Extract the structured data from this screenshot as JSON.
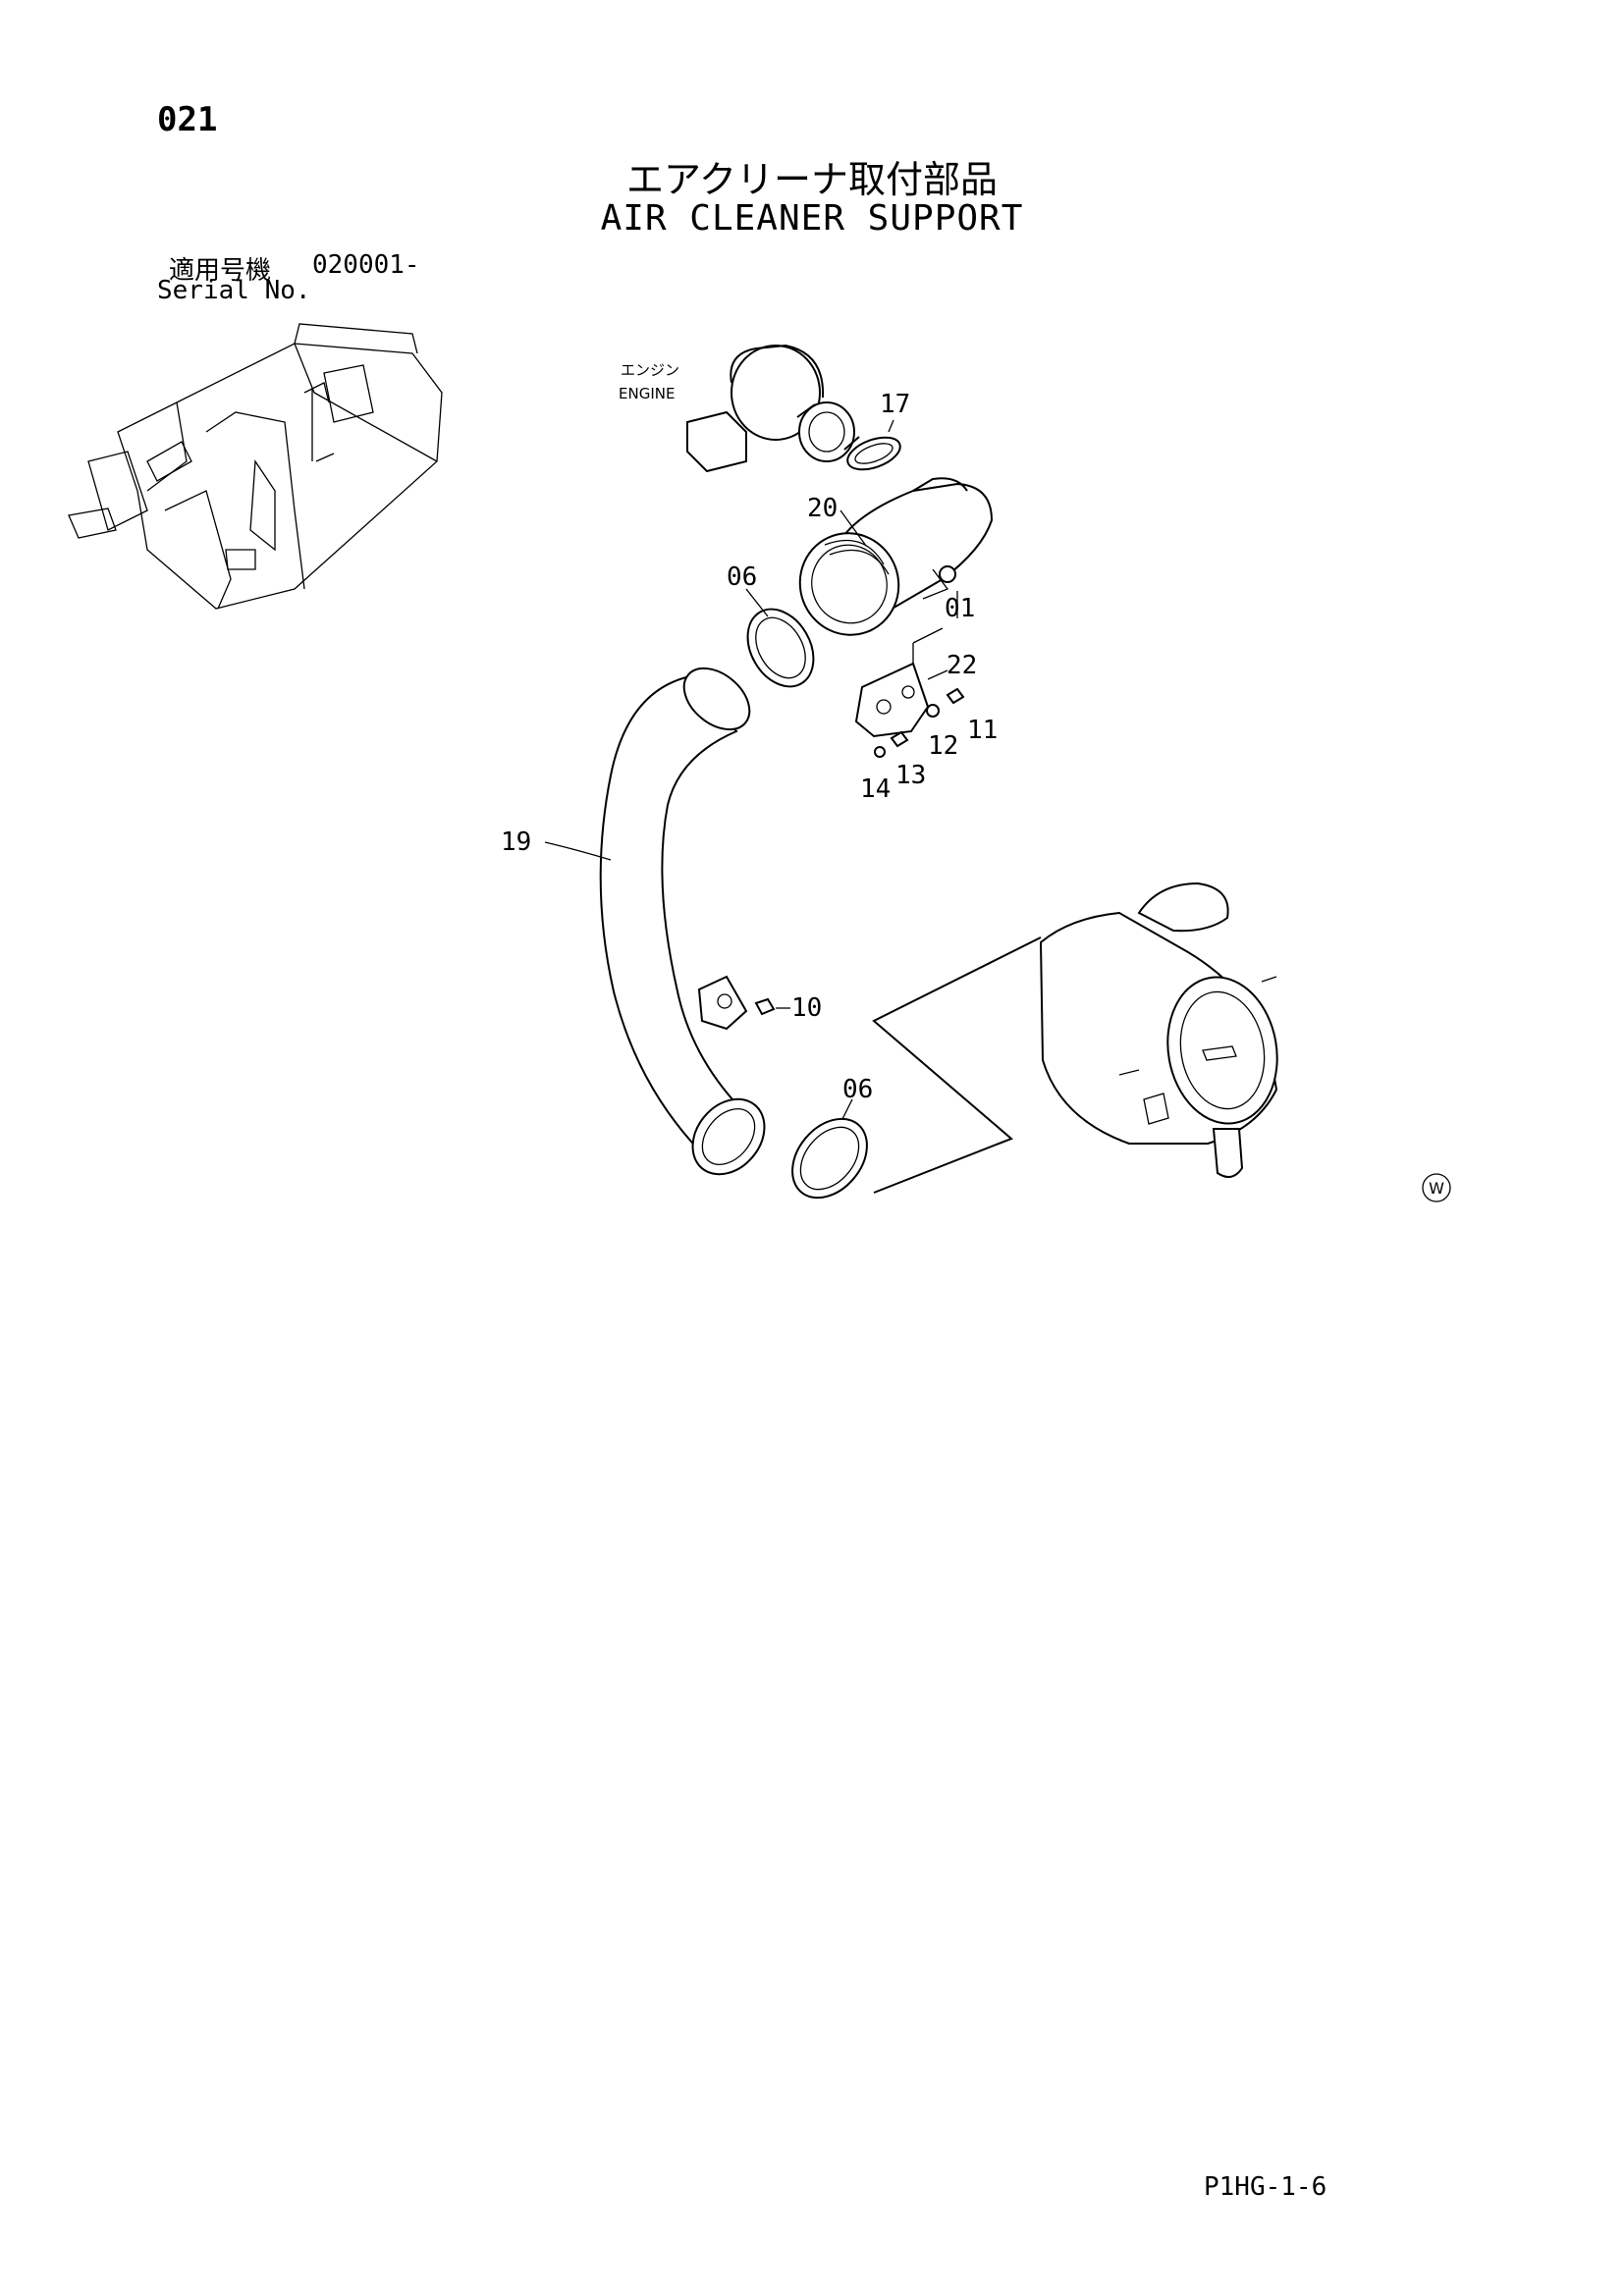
{
  "page": {
    "number": "021",
    "title_jp": "エアクリーナ取付部品",
    "title_en": "AIR CLEANER SUPPORT",
    "serial_label_jp": "適用号機",
    "serial_number": "020001-",
    "serial_label_en": "Serial No.",
    "reference_code": "P1HG-1-6"
  },
  "diagram": {
    "engine_label_jp": "エンジン",
    "engine_label_en": "ENGINE",
    "mark": "W",
    "callouts": [
      {
        "id": "c17",
        "label": "17"
      },
      {
        "id": "c20",
        "label": "20"
      },
      {
        "id": "c06a",
        "label": "06"
      },
      {
        "id": "c01",
        "label": "01"
      },
      {
        "id": "c22",
        "label": "22"
      },
      {
        "id": "c11",
        "label": "11"
      },
      {
        "id": "c12",
        "label": "12"
      },
      {
        "id": "c13",
        "label": "13"
      },
      {
        "id": "c14",
        "label": "14"
      },
      {
        "id": "c19",
        "label": "19"
      },
      {
        "id": "c10",
        "label": "10"
      },
      {
        "id": "c06b",
        "label": "06"
      }
    ]
  }
}
